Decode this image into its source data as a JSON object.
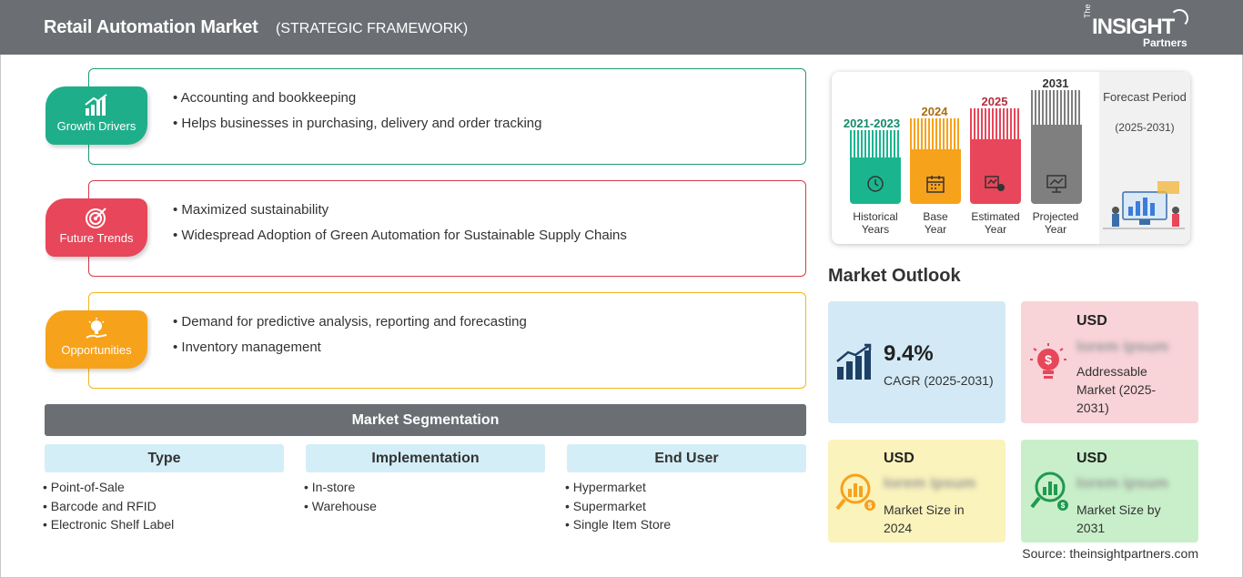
{
  "header": {
    "title": "Retail Automation Market",
    "subtitle": "(STRATEGIC FRAMEWORK)",
    "logo_the": "The",
    "logo_insight": "INSIGHT",
    "logo_partners": "Partners"
  },
  "drivers": [
    {
      "tag": "Growth Drivers",
      "color": "#1fae8a",
      "border": "#1e9977",
      "icon": "growth-chart-icon",
      "items": [
        "Accounting and bookkeeping",
        "Helps businesses in purchasing, delivery and order tracking"
      ]
    },
    {
      "tag": "Future Trends",
      "color": "#e8465a",
      "border": "#d63a4e",
      "icon": "target-icon",
      "items": [
        "Maximized sustainability",
        "Widespread Adoption of Green Automation for Sustainable Supply Chains"
      ]
    },
    {
      "tag": "Opportunities",
      "color": "#f7a21b",
      "border": "#f2b51e",
      "icon": "lightbulb-hand-icon",
      "items": [
        "Demand for predictive analysis, reporting and forecasting",
        "Inventory management"
      ]
    }
  ],
  "segmentation": {
    "title": "Market Segmentation",
    "columns": [
      {
        "head": "Type",
        "items": [
          "Point-of-Sale",
          "Barcode and RFID",
          "Electronic Shelf Label"
        ]
      },
      {
        "head": "Implementation",
        "items": [
          "In-store",
          "Warehouse"
        ]
      },
      {
        "head": "End User",
        "items": [
          "Hypermarket",
          "Supermarket",
          "Single Item Store"
        ]
      }
    ]
  },
  "timeline": {
    "forecast_title": "Forecast Period",
    "forecast_range": "(2025-2031)",
    "bars": [
      {
        "year": "2021-2023",
        "label1": "Historical",
        "label2": "Years",
        "color": "#1ab58f",
        "year_color": "#138a6c",
        "icon": "history-clock-icon"
      },
      {
        "year": "2024",
        "label1": "Base",
        "label2": "Year",
        "color": "#f7a21b",
        "year_color": "#a86c10",
        "icon": "calendar-icon"
      },
      {
        "year": "2025",
        "label1": "Estimated",
        "label2": "Year",
        "color": "#e8465a",
        "year_color": "#b42c3e",
        "icon": "estimate-gear-icon"
      },
      {
        "year": "2031",
        "label1": "Projected",
        "label2": "Year",
        "color": "#7f7f7f",
        "year_color": "#333333",
        "icon": "presentation-icon"
      }
    ]
  },
  "outlook": {
    "title": "Market Outlook",
    "cagr_value": "9.4%",
    "cagr_label": "CAGR (2025-2031)",
    "addressable": {
      "usd": "USD",
      "value": "lorem ipsum",
      "desc": "Addressable Market (2025-2031)"
    },
    "size_2024": {
      "usd": "USD",
      "value": "lorem ipsum",
      "desc": "Market Size in 2024"
    },
    "size_2031": {
      "usd": "USD",
      "value": "lorem ipsum",
      "desc": "Market Size by 2031"
    }
  },
  "source": "Source: theinsightpartners.com"
}
